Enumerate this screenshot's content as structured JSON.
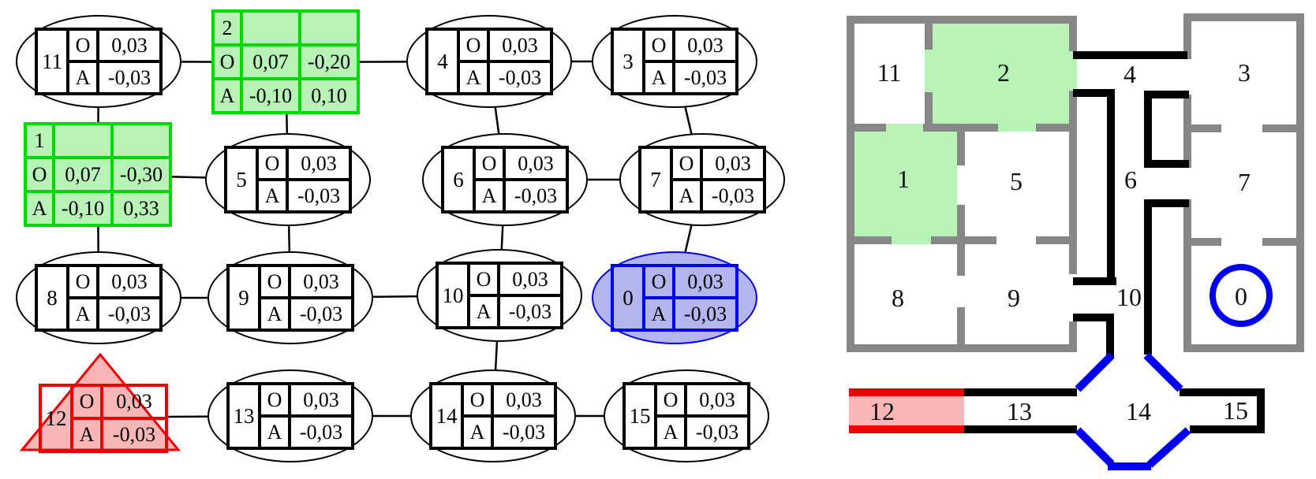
{
  "graph": {
    "row_labels": {
      "obs": "O",
      "act": "A"
    },
    "nodes": {
      "n0": {
        "label": "0",
        "o": "0,03",
        "a": "-0,03"
      },
      "n1": {
        "label": "1",
        "o1": "0,07",
        "o2": "-0,30",
        "a1": "-0,10",
        "a2": "0,33"
      },
      "n2": {
        "label": "2",
        "o1": "0,07",
        "o2": "-0,20",
        "a1": "-0,10",
        "a2": "0,10"
      },
      "n3": {
        "label": "3",
        "o": "0,03",
        "a": "-0,03"
      },
      "n4": {
        "label": "4",
        "o": "0,03",
        "a": "-0,03"
      },
      "n5": {
        "label": "5",
        "o": "0,03",
        "a": "-0,03"
      },
      "n6": {
        "label": "6",
        "o": "0,03",
        "a": "-0,03"
      },
      "n7": {
        "label": "7",
        "o": "0,03",
        "a": "-0,03"
      },
      "n8": {
        "label": "8",
        "o": "0,03",
        "a": "-0,03"
      },
      "n9": {
        "label": "9",
        "o": "0,03",
        "a": "-0,03"
      },
      "n10": {
        "label": "10",
        "o": "0,03",
        "a": "-0,03"
      },
      "n11": {
        "label": "11",
        "o": "0,03",
        "a": "-0,03"
      },
      "n12": {
        "label": "12",
        "o": "0,03",
        "a": "-0,03"
      },
      "n13": {
        "label": "13",
        "o": "0,03",
        "a": "-0,03"
      },
      "n14": {
        "label": "14",
        "o": "0,03",
        "a": "-0,03"
      },
      "n15": {
        "label": "15",
        "o": "0,03",
        "a": "-0,03"
      }
    },
    "edges": [
      [
        "11",
        "2"
      ],
      [
        "2",
        "4"
      ],
      [
        "4",
        "3"
      ],
      [
        "11",
        "1"
      ],
      [
        "2",
        "5"
      ],
      [
        "4",
        "6"
      ],
      [
        "3",
        "7"
      ],
      [
        "1",
        "5"
      ],
      [
        "6",
        "7"
      ],
      [
        "1",
        "8"
      ],
      [
        "5",
        "9"
      ],
      [
        "6",
        "10"
      ],
      [
        "7",
        "0"
      ],
      [
        "8",
        "9"
      ],
      [
        "9",
        "10"
      ],
      [
        "10",
        "14"
      ],
      [
        "12",
        "13"
      ],
      [
        "13",
        "14"
      ],
      [
        "14",
        "15"
      ]
    ],
    "colors": {
      "node_outline": "#000000",
      "edge_line": "#000000",
      "green_border": "#00d900",
      "green_fill": "#b7f3b7",
      "blue_border": "#0000ee",
      "blue_fill": "#b4b4ee",
      "red_border": "#ee0000",
      "red_fill": "#f8b6b6"
    }
  },
  "map": {
    "rooms": {
      "r0": {
        "label": "0"
      },
      "r1": {
        "label": "1"
      },
      "r2": {
        "label": "2"
      },
      "r3": {
        "label": "3"
      },
      "r4": {
        "label": "4"
      },
      "r5": {
        "label": "5"
      },
      "r6": {
        "label": "6"
      },
      "r7": {
        "label": "7"
      },
      "r8": {
        "label": "8"
      },
      "r9": {
        "label": "9"
      },
      "r10": {
        "label": "10"
      },
      "r11": {
        "label": "11"
      },
      "r12": {
        "label": "12"
      },
      "r13": {
        "label": "13"
      },
      "r14": {
        "label": "14"
      },
      "r15": {
        "label": "15"
      }
    },
    "colors": {
      "wall_gray": "#878787",
      "wall_black": "#000000",
      "wall_red": "#ee0000",
      "wall_blue": "#0000ee",
      "room_green": "#b7f3b7",
      "room_pink": "#f8b6b6"
    }
  }
}
